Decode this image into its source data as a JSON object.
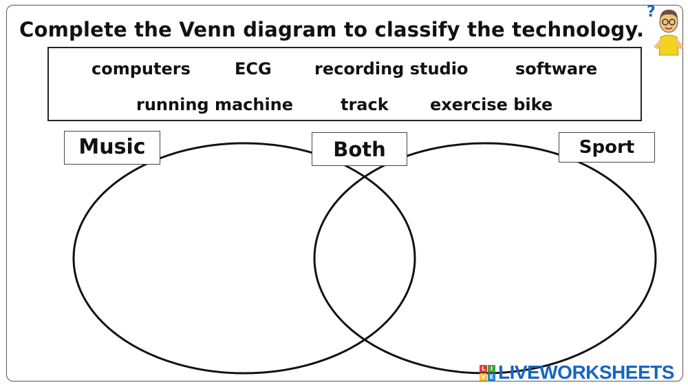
{
  "instruction": "Complete the Venn diagram to classify the technology.",
  "word_bank": {
    "row1": [
      "computers",
      "ECG",
      "recording studio",
      "software"
    ],
    "row2": [
      "running machine",
      "track",
      "exercise bike"
    ]
  },
  "labels": {
    "left": "Music",
    "middle": "Both",
    "right": "Sport"
  },
  "branding": {
    "logo_text": "LIVEWORKSHEETS",
    "logo_letters": [
      "L",
      "I",
      "V",
      "E"
    ],
    "logo_colors": [
      "#e53935",
      "#43a047",
      "#fbc02d",
      "#1e88e5"
    ]
  },
  "help_icon": "question-mark-icon",
  "colors": {
    "border": "#222222",
    "logo_blue": "#1565c0"
  }
}
